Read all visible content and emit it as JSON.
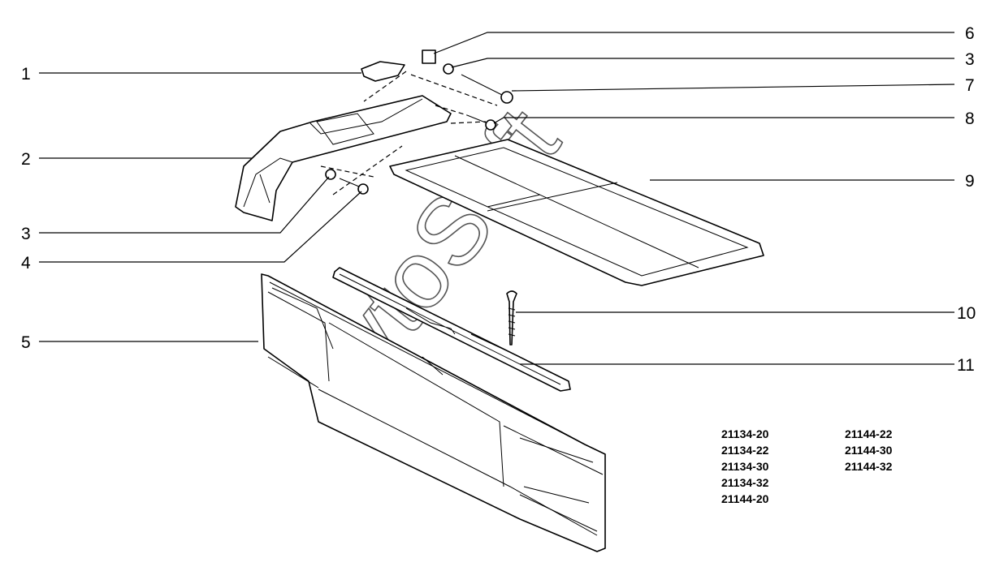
{
  "callouts": {
    "c1": "1",
    "c2": "2",
    "c3a": "3",
    "c4": "4",
    "c5": "5",
    "c6": "6",
    "c3b": "3",
    "c7": "7",
    "c8": "8",
    "c9": "9",
    "c10": "10",
    "c11": "11"
  },
  "model_codes": {
    "left": [
      "21134-20",
      "21134-22",
      "21134-30",
      "21134-32",
      "21144-20"
    ],
    "right": [
      "21144-22",
      "21144-30",
      "21144-32"
    ]
  },
  "watermark": "AvtoSoft"
}
